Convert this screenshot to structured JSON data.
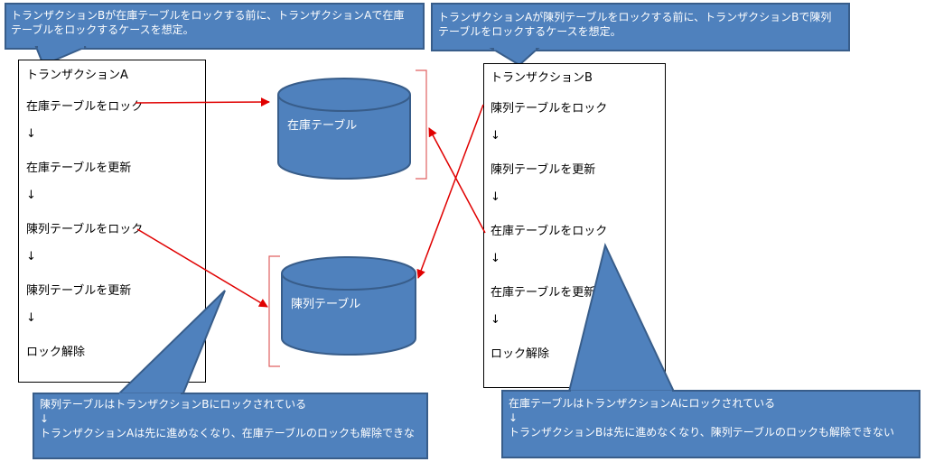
{
  "callouts": {
    "top_left": [
      "トランザクションBが在庫テーブルをロックする前に、トランザクションAで在庫",
      "テーブルをロックするケースを想定。"
    ],
    "top_right": [
      "トランザクションAが陳列テーブルをロックする前に、トランザクションBで陳列",
      "テーブルをロックするケースを想定。"
    ],
    "bottom_left": [
      "陳列テーブルはトランザクションBにロックされている",
      "↓",
      "トランザクションAは先に進めなくなり、在庫テーブルのロックも解除できな"
    ],
    "bottom_right": [
      "在庫テーブルはトランザクションAにロックされている",
      "↓",
      "トランザクションBは先に進めなくなり、陳列テーブルのロックも解除できない"
    ]
  },
  "transaction_a": {
    "title": "トランザクションA",
    "steps": [
      "在庫テーブルをロック",
      "↓",
      "在庫テーブルを更新",
      "↓",
      "陳列テーブルをロック",
      "↓",
      "陳列テーブルを更新",
      "↓",
      "ロック解除"
    ]
  },
  "transaction_b": {
    "title": "トランザクションB",
    "steps": [
      "陳列テーブルをロック",
      "↓",
      "陳列テーブルを更新",
      "↓",
      "在庫テーブルをロック",
      "↓",
      "在庫テーブルを更新",
      "↓",
      "ロック解除"
    ]
  },
  "tables": {
    "stock": "在庫テーブル",
    "display": "陳列テーブル"
  },
  "colors": {
    "callout_fill": "#4f81bd",
    "callout_border": "#385d8a",
    "arrow": "#e00000",
    "bracket": "#e06060"
  }
}
